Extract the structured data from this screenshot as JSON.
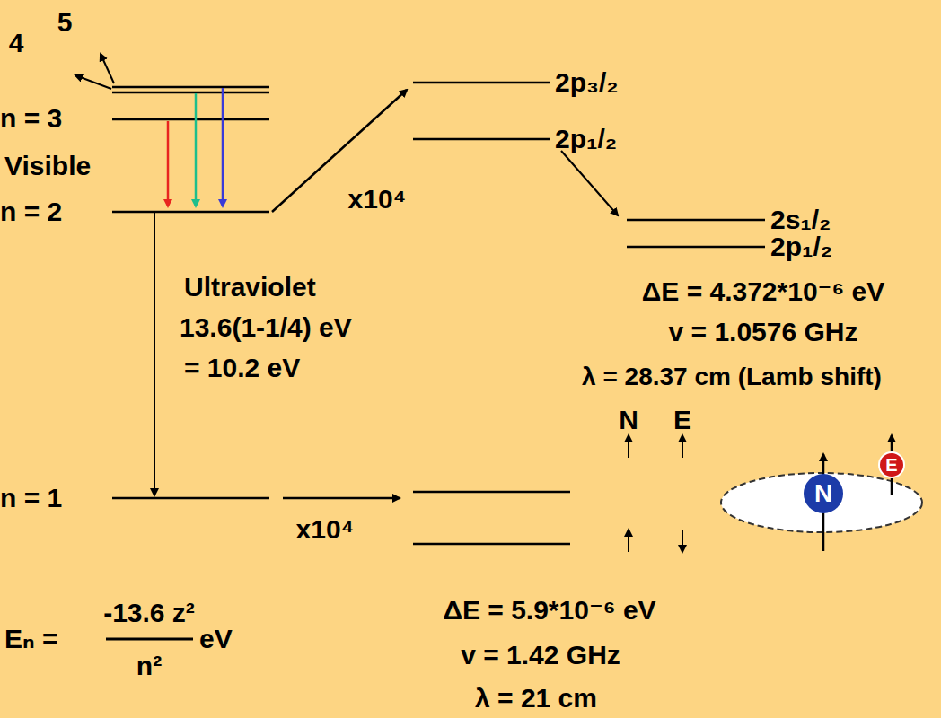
{
  "diagram": {
    "nodes": [
      {
        "text": [
          "N"
        ]
      },
      {
        "text": [
          "E"
        ]
      }
    ],
    "labels": [
      "5",
      "4",
      "n = 3",
      "Visible",
      "n = 2",
      "x10⁴",
      "2p₃/₂",
      "2p₁/₂",
      "2s₁/₂",
      "2p₁/₂",
      "Ultraviolet",
      "13.6(1-1/4) eV",
      "= 10.2 eV",
      "ΔE = 4.372*10⁻⁶ eV",
      "v = 1.0576 GHz",
      "λ = 28.37 cm (Lamb shift)",
      "N",
      "E",
      "n = 1",
      "x10⁴",
      "Eₙ =",
      "-13.6 z²",
      "n²",
      "eV",
      "ΔE = 5.9*10⁻⁶ eV",
      "v = 1.42 GHz",
      "λ = 21 cm"
    ]
  }
}
